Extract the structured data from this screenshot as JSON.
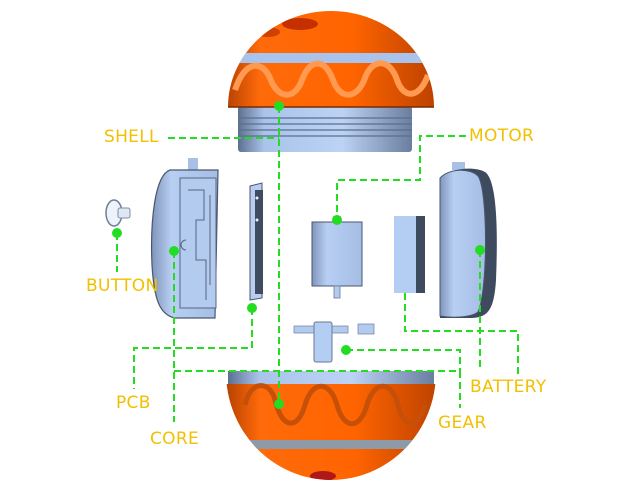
{
  "diagram": {
    "title": "Exploded view of egg-shaped toy",
    "colors": {
      "shell_orange": "#ff6400",
      "band_blue": "#a8c4ec",
      "part_blue": "#b4cdf2",
      "part_dark": "#3e4a5e",
      "leader_green": "#22dd22",
      "label_yellow": "#f2c000"
    },
    "labels": {
      "shell": "SHELL",
      "motor": "MOTOR",
      "button": "BUTTON",
      "pcb": "PCB",
      "core": "CORE",
      "battery": "BATTERY",
      "gear": "GEAR"
    }
  }
}
